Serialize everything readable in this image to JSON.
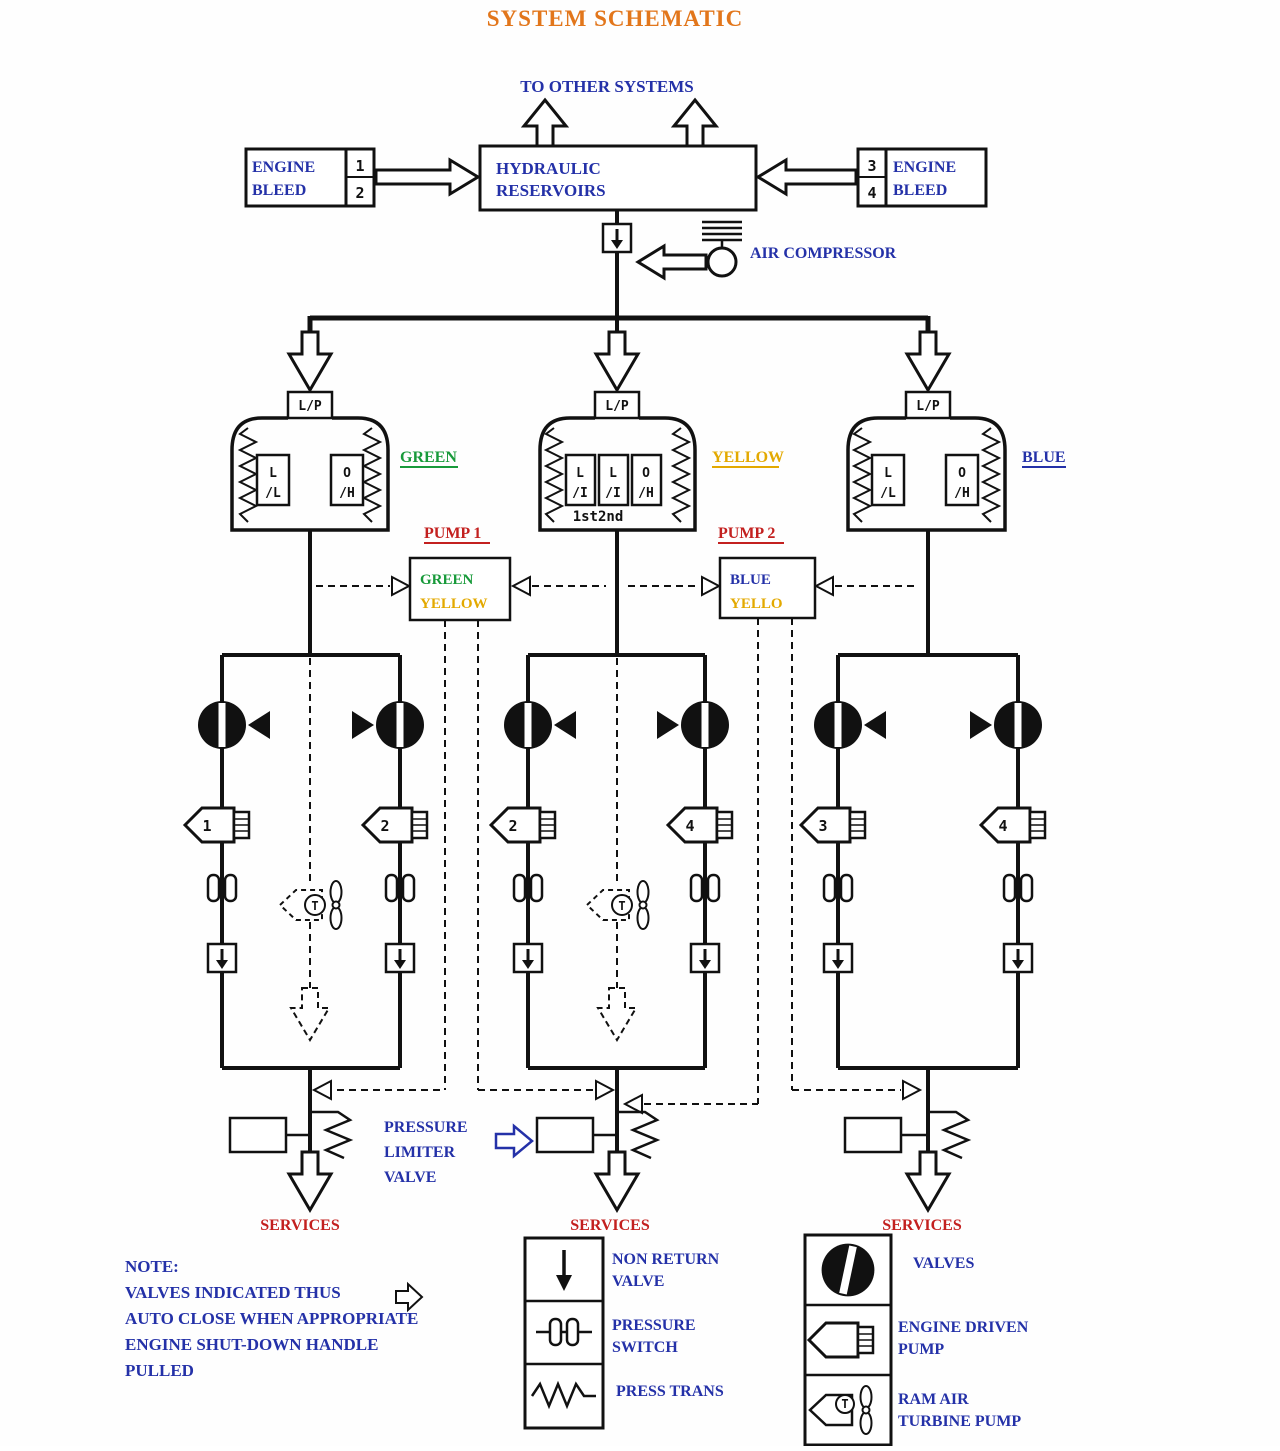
{
  "title": "SYSTEM SCHEMATIC",
  "top": {
    "to_other_systems": "TO OTHER SYSTEMS",
    "reservoirs_line1": "HYDRAULIC",
    "reservoirs_line2": "RESERVOIRS",
    "engine_bleed_line1": "ENGINE",
    "engine_bleed_line2": "BLEED",
    "left_bleed_num1": "1",
    "left_bleed_num2": "2",
    "right_bleed_num1": "3",
    "right_bleed_num2": "4",
    "air_compressor": "AIR COMPRESSOR"
  },
  "reservoirs": {
    "lp": "L/P",
    "gauge_ll_1": "L",
    "gauge_ll_2": "/L",
    "gauge_oh_1": "O",
    "gauge_oh_2": "/H",
    "gauge_li_1": "L",
    "gauge_li_2": "/I",
    "first_second": "1st2nd",
    "green_label": "GREEN",
    "yellow_label": "YELLOW",
    "blue_label": "BLUE"
  },
  "pumps": {
    "pump1_label": "PUMP 1",
    "pump1_line1": "GREEN",
    "pump1_line2": "YELLOW",
    "pump2_label": "PUMP 2",
    "pump2_line1": "BLUE",
    "pump2_line2": "YELLO",
    "green_left": "1",
    "green_right": "2",
    "yellow_left": "2",
    "yellow_right": "4",
    "blue_left": "3",
    "blue_right": "4",
    "rat_t": "T"
  },
  "bottom": {
    "pressure_limiter_line1": "PRESSURE",
    "pressure_limiter_line2": "LIMITER",
    "pressure_limiter_line3": "VALVE",
    "services": "SERVICES"
  },
  "note": {
    "line1": "NOTE:",
    "line2": "VALVES INDICATED THUS",
    "line3": "AUTO CLOSE WHEN APPROPRIATE",
    "line4": "ENGINE SHUT-DOWN HANDLE",
    "line5": "PULLED"
  },
  "legend": {
    "nrv_line1": "NON RETURN",
    "nrv_line2": "VALVE",
    "ps_line1": "PRESSURE",
    "ps_line2": "SWITCH",
    "pt": "PRESS TRANS",
    "valves": "VALVES",
    "edp_line1": "ENGINE DRIVEN",
    "edp_line2": "PUMP",
    "rat_line1": "RAM AIR",
    "rat_line2": "TURBINE PUMP"
  },
  "colors": {
    "title_orange": "#e2761b",
    "label_blue": "#2431a8",
    "label_red": "#c3201f",
    "label_green": "#189a3a",
    "label_yellow": "#e3a900",
    "line_black": "#111111"
  }
}
